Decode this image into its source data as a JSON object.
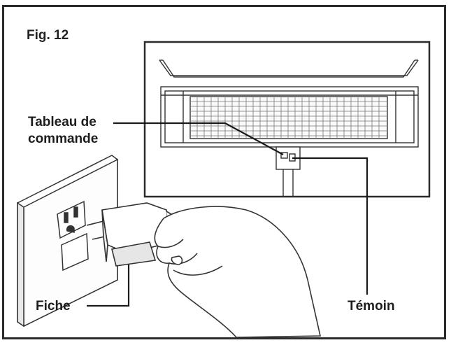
{
  "figure": {
    "title": "Fig. 12",
    "labels": {
      "control_panel_line1": "Tableau de",
      "control_panel_line2": "commande",
      "plug": "Fiche",
      "indicator_light": "Témoin"
    }
  }
}
